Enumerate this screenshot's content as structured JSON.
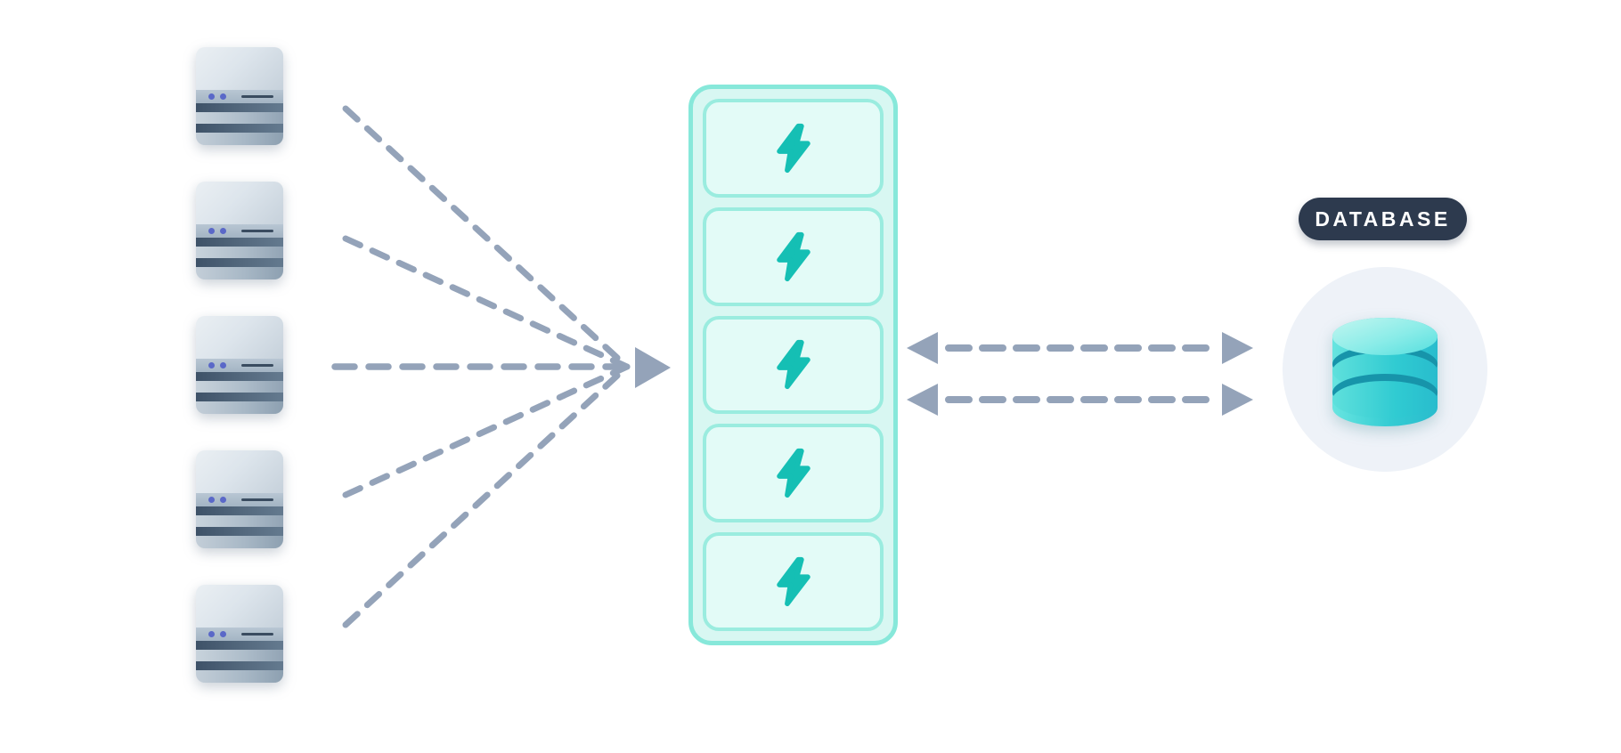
{
  "labels": {
    "database": "DATABASE"
  },
  "diagram": {
    "type": "database-connection-pooling",
    "server_count": 5,
    "pool_slot_count": 5,
    "server_icon": "rack-server-icon",
    "pool_slot_icon": "lightning-bolt-icon",
    "database_icon": "database-cylinder-icon",
    "flow": "app-servers -> connection-pool <-> database"
  },
  "colors": {
    "c_arrow": "#94a3b9",
    "c_pool_fill": "#d8f7f2",
    "c_pool_border": "#87e8da",
    "c_slot_fill": "#e3fbf7",
    "c_slot_border": "#9aecdf",
    "c_bolt": "#15bfb4",
    "c_pill_bg": "#2d3a4e",
    "c_pill_text": "#ffffff",
    "c_circle_bg": "#eef2f8",
    "c_led": "#5a68c8"
  }
}
